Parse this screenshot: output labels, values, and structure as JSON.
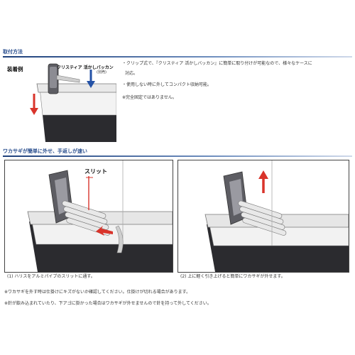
{
  "section1": {
    "title": "取付方法",
    "wear_label": "装着例",
    "callout": "クリスティア 活かしバッカン",
    "callout_note": "(別売)",
    "bullets": [
      "・クリップ式で、『クリスティア 活かしバッカン』に簡単に取り付けが可能なので、様々なケースに",
      "対応。",
      "・使用しない時に外してコンパクト収納可能。"
    ],
    "note": "※完全固定ではありません。"
  },
  "section2": {
    "title": "ワカサギが簡単に外せ、手返しが速い",
    "slit_label": "スリット",
    "caption_left": "(1) ハリスをアルミパイプのスリットに通す。",
    "caption_right": "(2) 上に軽く引き上げると簡単にワカサギが外せます。",
    "notes": [
      "※ワカサギを外す時は仕掛けにキズがないか確認してください。仕掛けが切れる場合があります。",
      "※針が飲み込まれていたり、下アゴに掛かった場合はワカサギが外せませんので針を持って外してください。"
    ]
  },
  "colors": {
    "accent_red": "#d9342b",
    "accent_blue": "#2452a6",
    "heading_blue": "#2a4f8f"
  }
}
